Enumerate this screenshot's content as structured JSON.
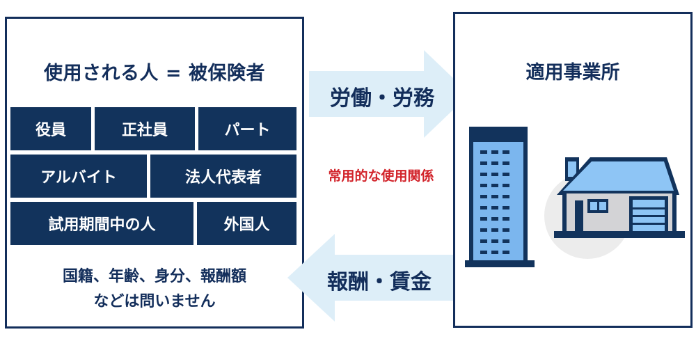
{
  "insured_panel": {
    "title": "使用される人 = 被保険者",
    "tags": {
      "executive": "役員",
      "regular_employee": "正社員",
      "part_timer": "パート",
      "arbeit": "アルバイト",
      "corporate_representative": "法人代表者",
      "trial_employee": "試用期間中の人",
      "foreigner": "外国人"
    },
    "note_line1": "国籍、年齢、身分、報酬額",
    "note_line2": "などは問いません"
  },
  "workplace_panel": {
    "title": "適用事業所"
  },
  "arrows": {
    "labor_label": "労働・労務",
    "relation_label": "常用的な使用関係",
    "pay_label": "報酬・賃金"
  },
  "colors": {
    "navy": "#132e5b",
    "tag_fill": "#12335c",
    "arrow_fill": "#ddeef8",
    "relation_red": "#d2232a",
    "building_blue": "#7bb6ee",
    "roof_blue": "#8ec5f5",
    "house_wall": "#d3d3d6"
  }
}
